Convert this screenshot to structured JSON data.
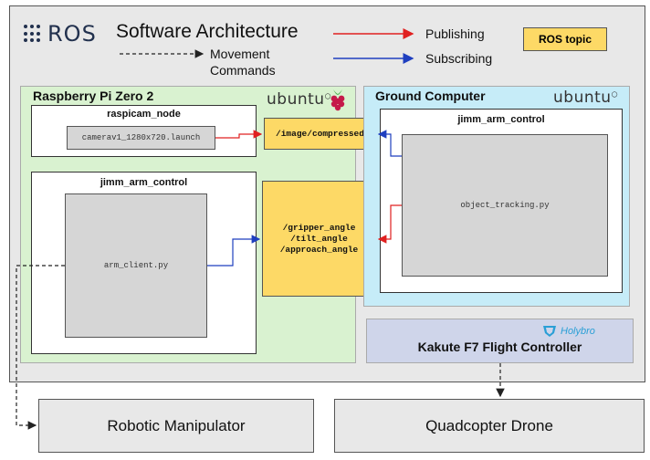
{
  "header": {
    "logo_text": "ROS",
    "title": "Software Architecture",
    "legend": {
      "publishing": "Publishing",
      "subscribing": "Subscribing",
      "movement_commands": "Movement\nCommands",
      "ros_topic": "ROS topic"
    }
  },
  "raspberry_pi": {
    "title": "Raspberry Pi Zero 2",
    "ubuntu": "ubuntu",
    "raspicam_node": {
      "title": "raspicam_node",
      "launch": "camerav1_1280x720.launch"
    },
    "jimm_arm_control": {
      "title": "jimm_arm_control",
      "script": "arm_client.py"
    }
  },
  "topics": {
    "image": "/image/compressed",
    "angles": "/gripper_angle\n/tilt_angle\n/approach_angle"
  },
  "ground_computer": {
    "title": "Ground Computer",
    "ubuntu": "ubuntu",
    "jimm_arm_control": {
      "title": "jimm_arm_control",
      "script": "object_tracking.py"
    }
  },
  "flight_controller": {
    "brand": "Holybro",
    "title": "Kakute F7 Flight Controller"
  },
  "bottom": {
    "manipulator": "Robotic Manipulator",
    "drone": "Quadcopter Drone"
  },
  "colors": {
    "publish": "#e02020",
    "subscribe": "#1f3fbf",
    "topic": "#fdd966",
    "raspberry_pi_bg": "#d9f2d0",
    "ground_bg": "#c6ecf8",
    "flight_controller_bg": "#cfd5ea",
    "raspberry_icon": "#c51a4a",
    "holybro_icon": "#2a9fd6"
  }
}
